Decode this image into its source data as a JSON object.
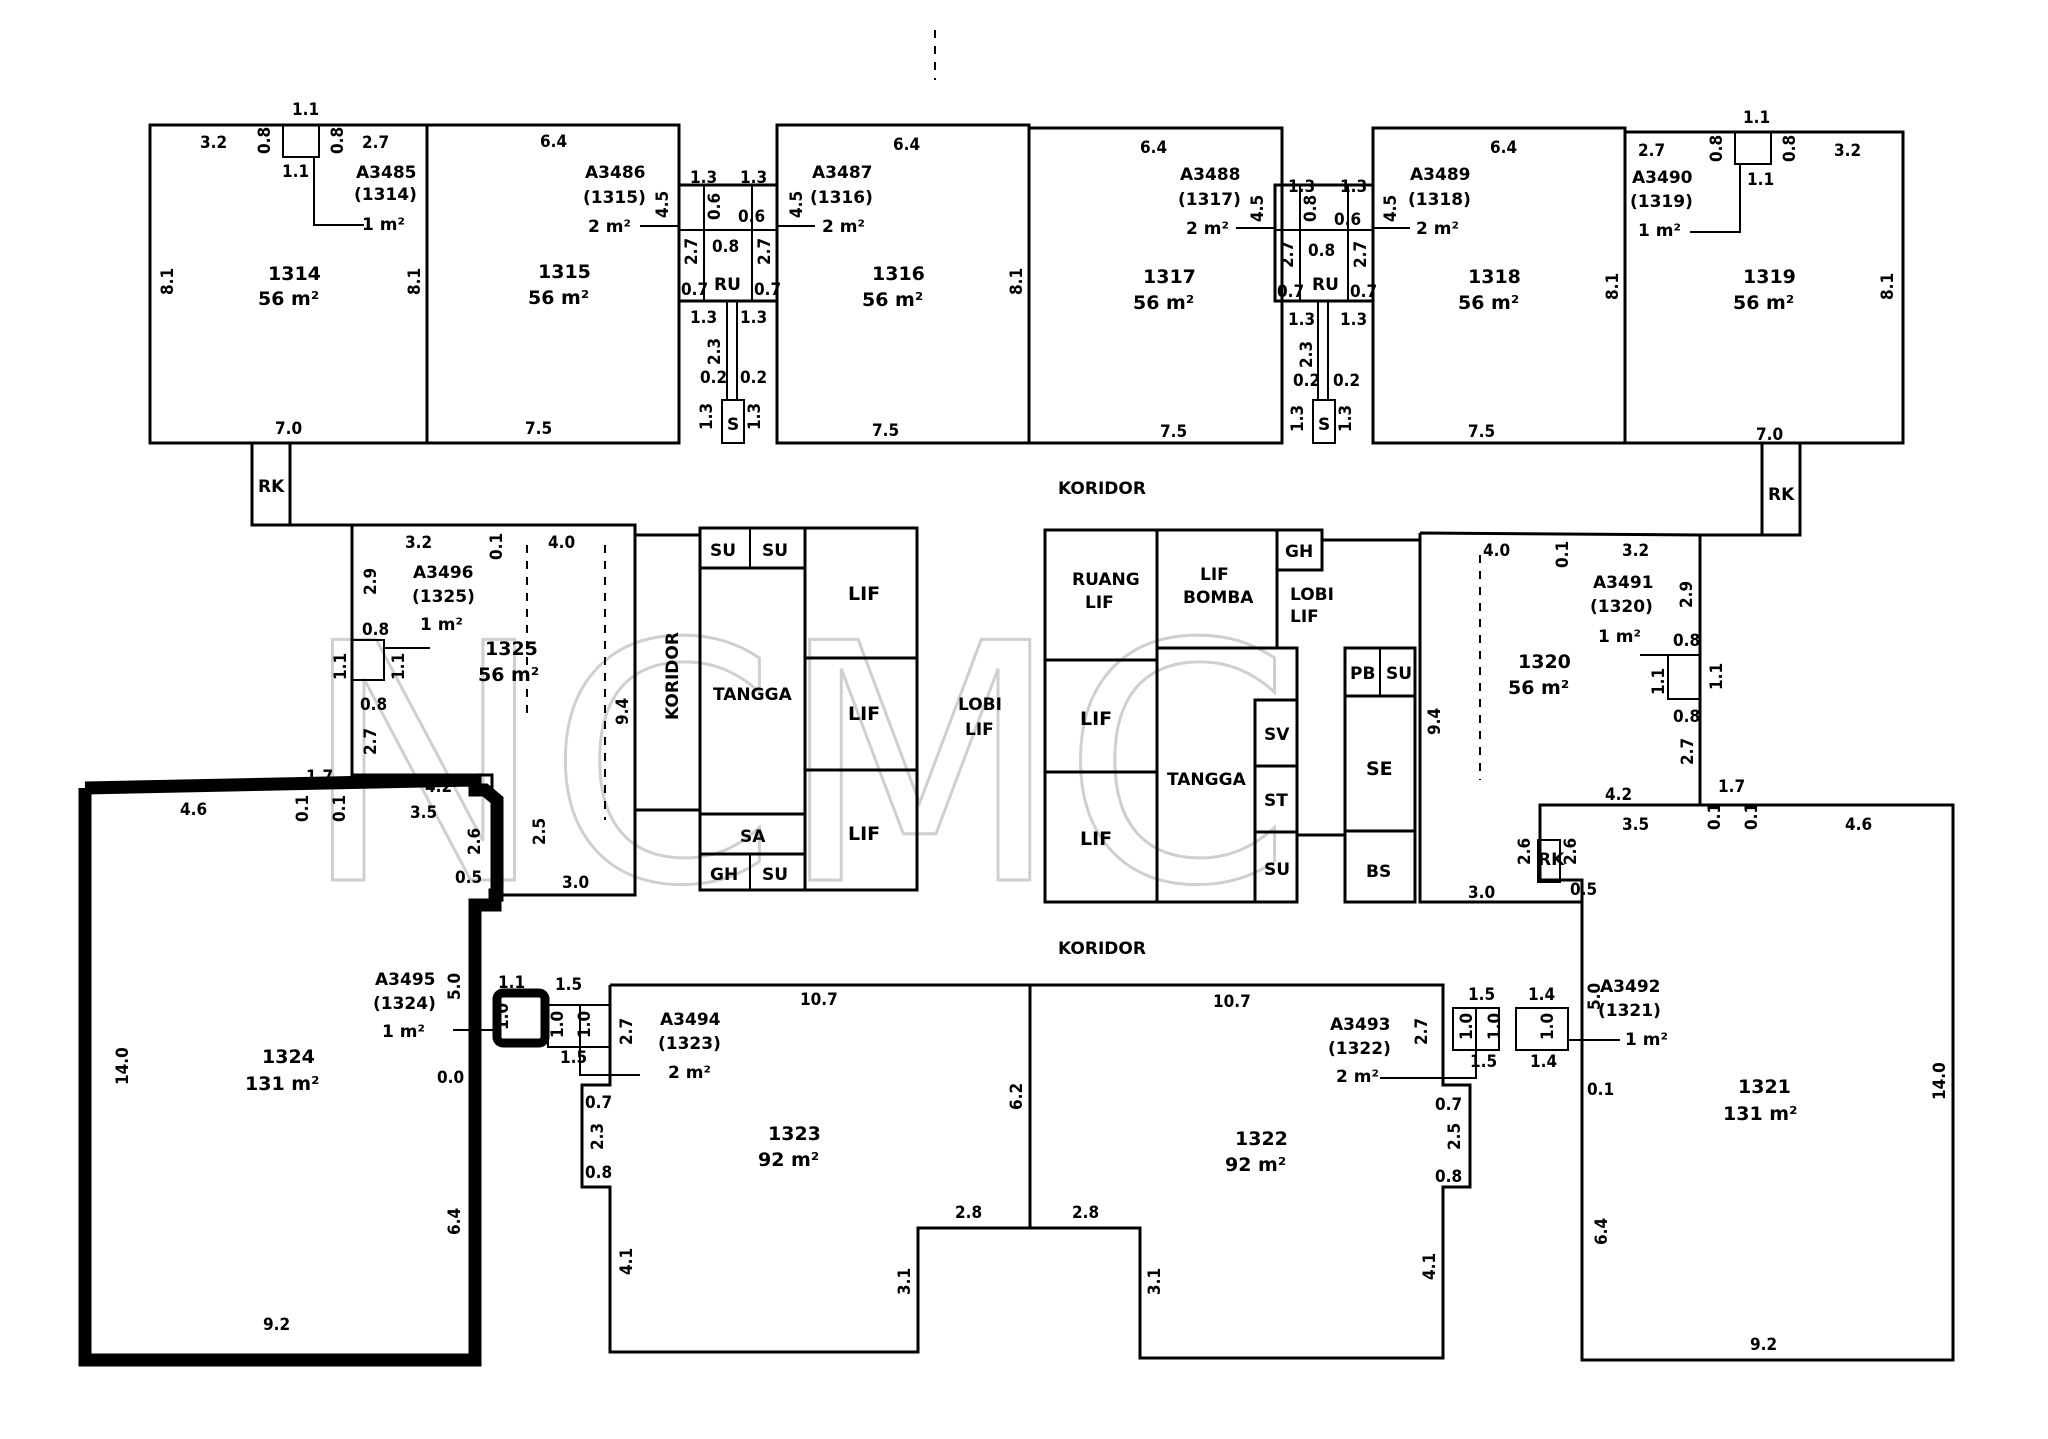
{
  "watermark": "NCMC",
  "corridors": [
    "KORIDOR",
    "KORIDOR",
    "KORIDOR"
  ],
  "units": [
    {
      "no": "1314",
      "area": "56 m²"
    },
    {
      "no": "1315",
      "area": "56 m²"
    },
    {
      "no": "1316",
      "area": "56 m²"
    },
    {
      "no": "1317",
      "area": "56 m²"
    },
    {
      "no": "1318",
      "area": "56 m²"
    },
    {
      "no": "1319",
      "area": "56 m²"
    },
    {
      "no": "1325",
      "area": "56 m²"
    },
    {
      "no": "1320",
      "area": "56 m²"
    },
    {
      "no": "1324",
      "area": "131 m²"
    },
    {
      "no": "1323",
      "area": "92 m²"
    },
    {
      "no": "1322",
      "area": "92 m²"
    },
    {
      "no": "1321",
      "area": "131 m²"
    }
  ],
  "accessory": [
    {
      "code": "A3485",
      "unit": "(1314)",
      "area": "1 m²"
    },
    {
      "code": "A3486",
      "unit": "(1315)",
      "area": "2 m²"
    },
    {
      "code": "A3487",
      "unit": "(1316)",
      "area": "2 m²"
    },
    {
      "code": "A3488",
      "unit": "(1317)",
      "area": "2 m²"
    },
    {
      "code": "A3489",
      "unit": "(1318)",
      "area": "2 m²"
    },
    {
      "code": "A3490",
      "unit": "(1319)",
      "area": "1 m²"
    },
    {
      "code": "A3496",
      "unit": "(1325)",
      "area": "1 m²"
    },
    {
      "code": "A3491",
      "unit": "(1320)",
      "area": "1 m²"
    },
    {
      "code": "A3495",
      "unit": "(1324)",
      "area": "1 m²"
    },
    {
      "code": "A3494",
      "unit": "(1323)",
      "area": "2 m²"
    },
    {
      "code": "A3493",
      "unit": "(1322)",
      "area": "2 m²"
    },
    {
      "code": "A3492",
      "unit": "(1321)",
      "area": "1 m²"
    }
  ],
  "core": {
    "su": "SU",
    "tangga": "TANGGA",
    "lif": "LIF",
    "sa": "SA",
    "gh": "GH",
    "lobi_lif": [
      "LOBI",
      "LIF"
    ],
    "ruang_lif": [
      "RUANG",
      "LIF"
    ],
    "lif_bomba": [
      "LIF",
      "BOMBA"
    ],
    "sv": "SV",
    "st": "ST",
    "pb": "PB",
    "se": "SE",
    "bs": "BS",
    "rk": "RK",
    "ru": "RU",
    "s": "S"
  },
  "dims": {
    "d1_1": "1.1",
    "d3_2": "3.2",
    "d0_8": "0.8",
    "d2_7": "2.7",
    "d8_1": "8.1",
    "d7_0": "7.0",
    "d6_4": "6.4",
    "d1_3": "1.3",
    "d4_5": "4.5",
    "d0_6": "0.6",
    "d0_7": "0.7",
    "d2_3": "2.3",
    "d0_2": "0.2",
    "d7_5": "7.5",
    "d4_0": "4.0",
    "d0_1": "0.1",
    "d2_9": "2.9",
    "d9_4": "9.4",
    "d4_2": "4.2",
    "d1_7": "1.7",
    "d4_6": "4.6",
    "d3_5": "3.5",
    "d2_6": "2.6",
    "d0_5": "0.5",
    "d3_0": "3.0",
    "d2_5": "2.5",
    "d1_5": "1.5",
    "d1_0": "1.0",
    "d1_4": "1.4",
    "d10_7": "10.7",
    "d6_2": "6.2",
    "d2_8": "2.8",
    "d4_1": "4.1",
    "d3_1": "3.1",
    "d14_0": "14.0",
    "d5_0": "5.0",
    "d6_4b": "6.4",
    "d9_2": "9.2",
    "d0_0": "0.0"
  }
}
